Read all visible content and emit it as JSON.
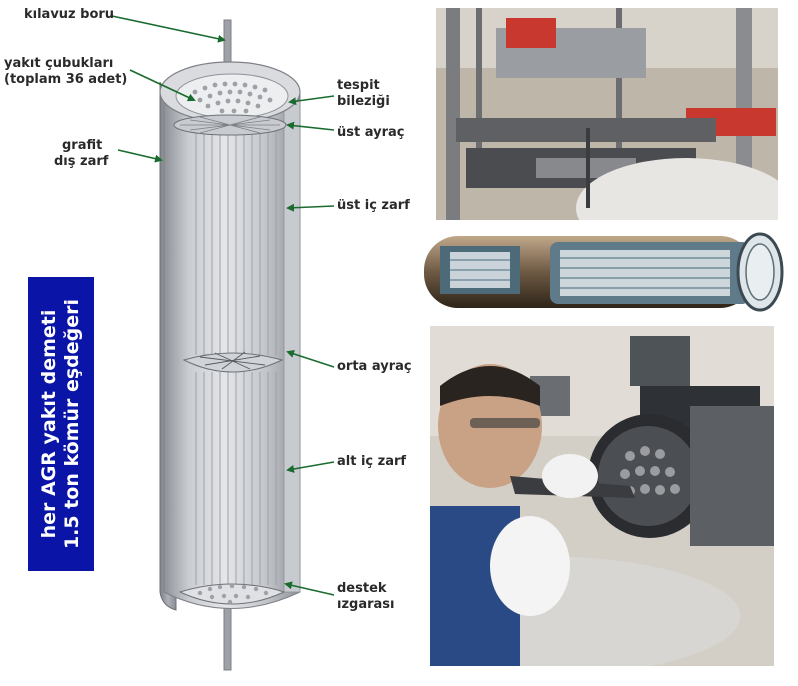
{
  "labels": {
    "kilavuz_boru": "kılavuz boru",
    "yakit_cubuklari_1": "yakıt çubukları",
    "yakit_cubuklari_2": "(toplam 36 adet)",
    "grafit_1": "grafit",
    "grafit_2": "dış zarf",
    "tespit_1": "tespit",
    "tespit_2": "bileziği",
    "ust_ayrac": "üst ayraç",
    "ust_ic_zarf": "üst iç zarf",
    "orta_ayrac": "orta ayraç",
    "alt_ic_zarf": "alt iç zarf",
    "destek_1": "destek",
    "destek_2": "ızgarası"
  },
  "callout": {
    "line1": "her AGR yakıt demeti",
    "line2": "1.5 ton kömür eşdeğeri",
    "bg_color": "#0a14a6"
  },
  "colors": {
    "arrow": "#1a6b2e",
    "cylinder": "#b9bcc2",
    "text": "#2a2a2a"
  }
}
